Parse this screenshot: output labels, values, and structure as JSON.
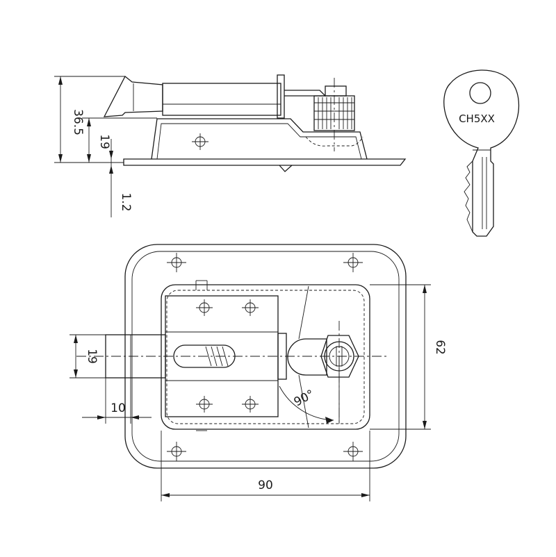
{
  "dimensions": {
    "overall_height": "36.5",
    "body_height": "19",
    "plate_thickness": "1.2",
    "bolt_width": "19",
    "bolt_throw": "10",
    "overall_width": "90",
    "overall_length": "62",
    "rotation_angle": "90°"
  },
  "key": {
    "code": "CH5XX"
  }
}
